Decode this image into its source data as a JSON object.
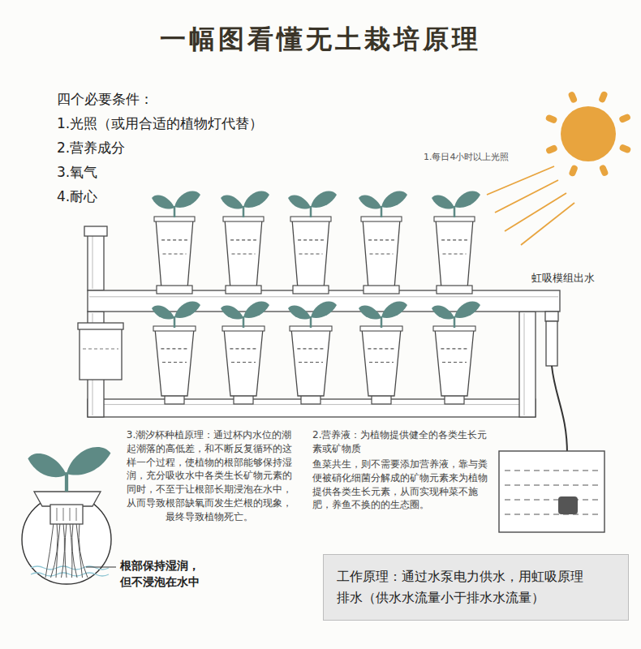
{
  "diagram": {
    "title": "一幅图看懂无土栽培原理",
    "nodes": [
      {
        "text": [
          "工作原理：通过水泵电力供水，用虹吸原理排水（供水水流量小于排水水流量）"
        ]
      }
    ],
    "labels": [
      "四个必要条件：",
      "1.光照（或用合适的植物灯代替）",
      "2.营养成分",
      "3.氧气",
      "4.耐心",
      "1.每日4小时以上光照",
      "虹吸模组出水",
      "3.潮汐杯种植原理：通过杯内水位的潮起潮落的高低差，和不断反复循环的这样一个过程，使植物的根部能够保持湿润，充分吸收水中各类生长矿物元素的同时，不至于让根部长期浸泡在水中，从而导致根部缺氧而发生烂根的现象，最终导致植物死亡。",
      "2.营养液：为植物提供健全的各类生长元素或矿物质",
      "鱼菜共生，则不需要添加营养液，靠与粪便被硝化细菌分解成的矿物元素来为植物提供各类生长元素，从而实现种菜不施肥，养鱼不换的的生态圈。",
      "根部保持湿润，但不浸泡在水中"
    ]
  }
}
